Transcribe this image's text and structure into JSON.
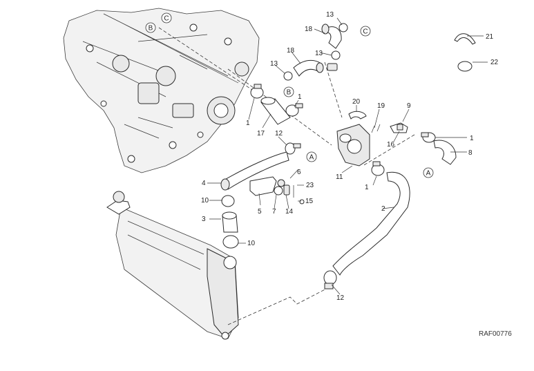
{
  "drawing_code": "RAF00776",
  "part_numbers": {
    "p1a": "1",
    "p1b": "1",
    "p1c": "1",
    "p1d": "1",
    "p2": "2",
    "p3": "3",
    "p4": "4",
    "p5": "5",
    "p6": "6",
    "p7": "7",
    "p8": "8",
    "p9": "9",
    "p10a": "10",
    "p10b": "10",
    "p11": "11",
    "p12a": "12",
    "p12b": "12",
    "p13a": "13",
    "p13b": "13",
    "p13c": "13",
    "p14": "14",
    "p15": "15",
    "p16": "16",
    "p17": "17",
    "p18a": "18",
    "p18b": "18",
    "p19": "19",
    "p20": "20",
    "p21": "21",
    "p22": "22",
    "p23": "23"
  },
  "references": {
    "a1": "A",
    "a2": "A",
    "b1": "B",
    "b2": "B",
    "c1": "C",
    "c2": "C"
  }
}
